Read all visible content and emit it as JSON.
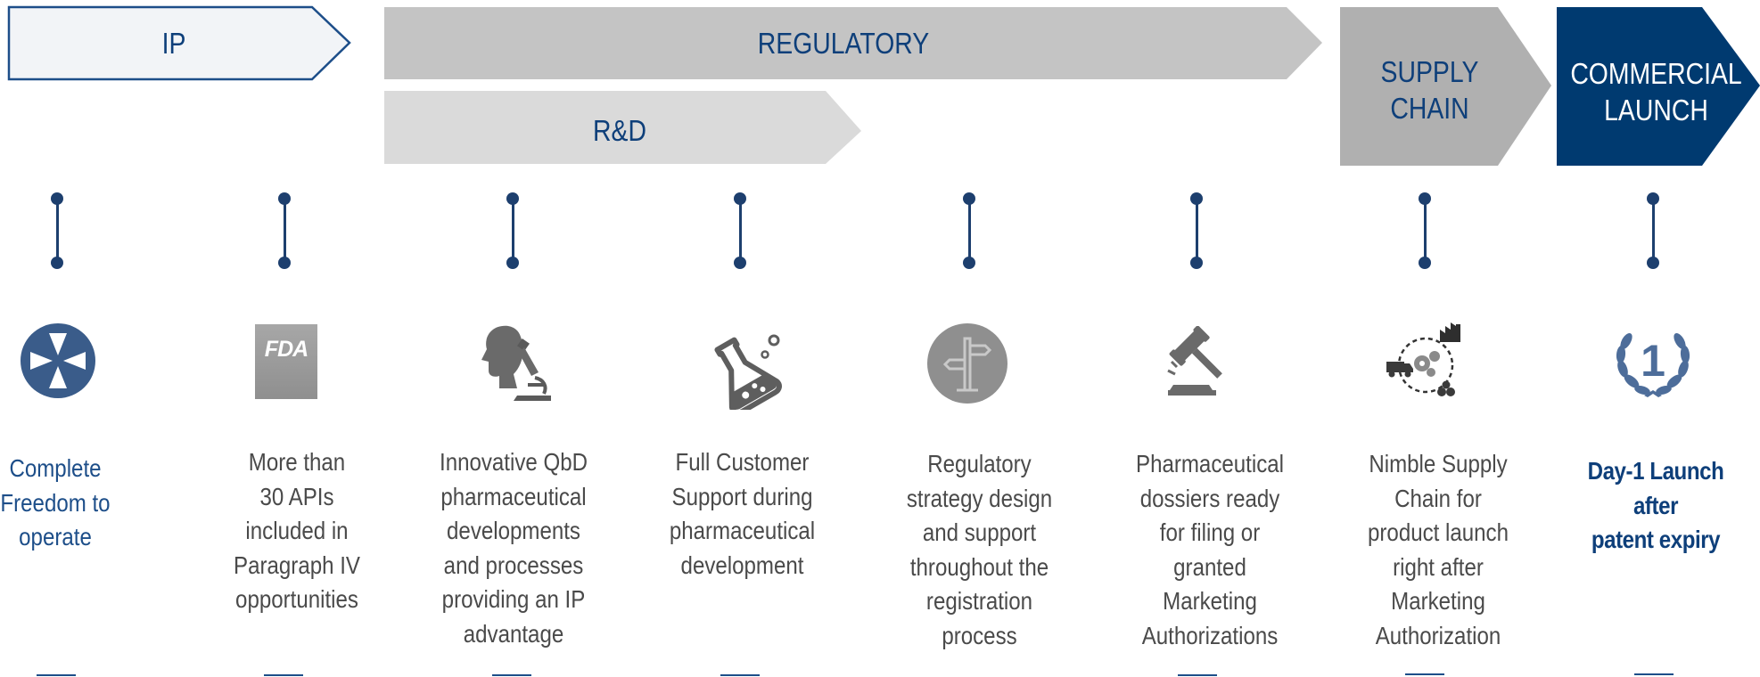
{
  "phases": {
    "ip": "IP",
    "regulatory": "REGULATORY",
    "rd": "R&D",
    "supply_chain": [
      "SUPPLY",
      "CHAIN"
    ],
    "commercial_launch": [
      "COMMERCIAL",
      "LAUNCH"
    ]
  },
  "colors": {
    "navy": "#003a70",
    "dark_blue_text": "#0e3f7a",
    "connector": "#1d3f6e",
    "regulatory_gray": "#c4c4c4",
    "rd_gray": "#dadada",
    "supply_gray": "#b0b0b0",
    "ip_fill": "#f2f4f7"
  },
  "columns": [
    {
      "icon": "maltese-cross-icon",
      "lines": [
        "Complete",
        "Freedom to",
        "operate"
      ]
    },
    {
      "icon": "fda-logo-icon",
      "icon_text": "FDA",
      "lines": [
        "More than",
        "30 APIs",
        "included in",
        "Paragraph IV",
        "opportunities"
      ]
    },
    {
      "icon": "scientist-microscope-icon",
      "lines": [
        "Innovative QbD",
        "pharmaceutical",
        "developments",
        "and processes",
        "providing an IP",
        "advantage"
      ]
    },
    {
      "icon": "flask-icon",
      "lines": [
        "Full Customer",
        "Support during",
        "pharmaceutical",
        "development"
      ]
    },
    {
      "icon": "signpost-icon",
      "lines": [
        "Regulatory",
        "strategy design",
        "and support",
        "throughout the",
        "registration",
        "process"
      ]
    },
    {
      "icon": "gavel-icon",
      "lines": [
        "Pharmaceutical",
        "dossiers ready",
        "for filing or",
        "granted",
        "Marketing",
        "Authorizations"
      ]
    },
    {
      "icon": "supply-chain-icon",
      "lines": [
        "Nimble Supply",
        "Chain for",
        "product launch",
        "right after",
        "Marketing",
        "Authorization"
      ]
    },
    {
      "icon": "laurel-number-one-icon",
      "icon_text": "1",
      "lines": [
        "Day-1 Launch",
        "after",
        "patent expiry"
      ]
    }
  ]
}
